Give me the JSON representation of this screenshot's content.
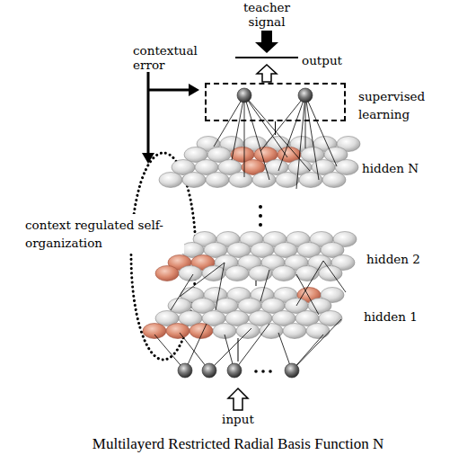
{
  "diagram": {
    "caption": "Multilayerd Restricted Radial Basis Function N",
    "nodes": [
      {
        "text": [
          "supervised learning"
        ]
      },
      {
        "text": [
          "hidden N"
        ]
      },
      {
        "text": [
          "hidden 2"
        ]
      },
      {
        "text": [
          "hidden 1"
        ]
      },
      {
        "text": [
          "input"
        ]
      }
    ],
    "edges": [
      {
        "from": 4,
        "to": 3,
        "arrow": "none"
      },
      {
        "from": 3,
        "to": 2,
        "arrow": "none"
      },
      {
        "from": 1,
        "to": 0,
        "arrow": "none"
      }
    ],
    "labels": [
      "teacher signal",
      "contextual error",
      "output",
      "context regulated self-organization"
    ]
  }
}
